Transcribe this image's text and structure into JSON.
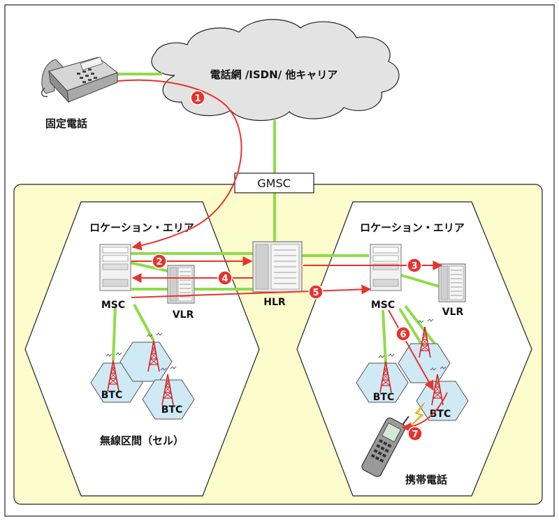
{
  "labels": {
    "cloud": "電話網 /ISDN/ 他キャリア",
    "fixed_phone": "固定電話",
    "gmsc": "GMSC",
    "hlr": "HLR",
    "location_area_left": "ロケーション・エリア",
    "location_area_right": "ロケーション・エリア",
    "msc_left": "MSC",
    "msc_right": "MSC",
    "vlr_left": "VLR",
    "vlr_right": "VLR",
    "btc_left_1": "BTC",
    "btc_left_2": "BTC",
    "btc_right_1": "BTC",
    "btc_right_2": "BTC",
    "radio_section": "無線区間（セル）",
    "mobile_phone": "携帯電話"
  },
  "steps": [
    "1",
    "2",
    "3",
    "4",
    "5",
    "6",
    "7"
  ],
  "colors": {
    "signal_line": "#e8332d",
    "link_line": "#8fdc4a",
    "area_fill": "#fcfccc",
    "cell_fill": "#cfe9f5",
    "tower": "#d81e1e",
    "lightning": "#f2d20f"
  }
}
